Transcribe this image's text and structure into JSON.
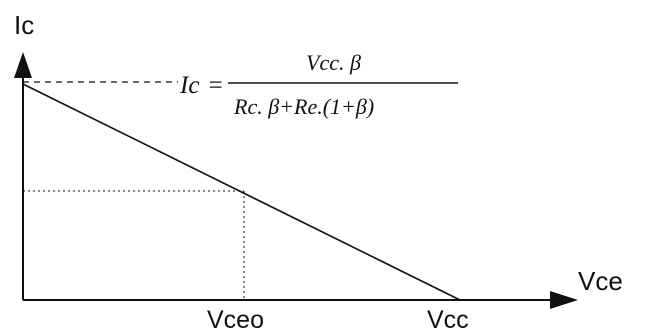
{
  "axes": {
    "y_label": "Ic",
    "x_label": "Vce"
  },
  "ticks": {
    "x_mid": "Vceo",
    "x_end": "Vcc"
  },
  "formula": {
    "lhs": "Ic",
    "equals": "=",
    "numerator": "Vcc. β",
    "denominator": "Rc. β+Re.(1+β)"
  },
  "colors": {
    "ink": "#111111"
  }
}
